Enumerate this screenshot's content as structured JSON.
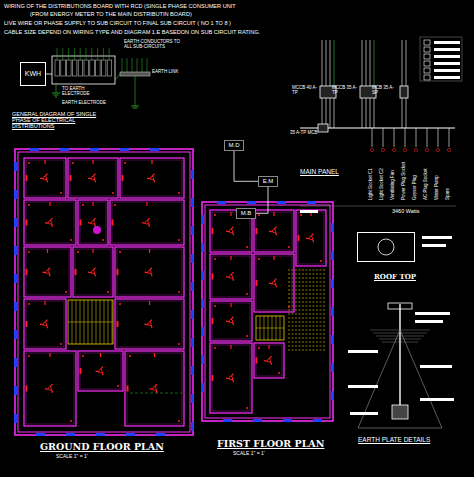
{
  "diagram": {
    "nodes": [
      {
        "text": [
          "GROUND FLOOR PLAN",
          "SCALE 1\" = 1'"
        ]
      },
      {
        "text": [
          "FIRST FLOOR PLAN",
          "SCALE 1\" = 1'"
        ]
      },
      {
        "text": [
          "KWH"
        ]
      },
      {
        "text": [
          "M.D"
        ]
      },
      {
        "text": [
          "E.M"
        ]
      },
      {
        "text": [
          "M.B"
        ]
      },
      {
        "text": [
          "ROOF TOP"
        ]
      }
    ],
    "edges": [
      {
        "from": 3,
        "to": 4,
        "arrow": "none"
      },
      {
        "from": 4,
        "to": 5,
        "arrow": "none"
      }
    ],
    "labels": [
      "WIRING OF THE DISTRIBUTIONS BOARD WITH RCD (SINGLE PHASE CONSUMER UNIT",
      "(FROM ENERGY METER TO THE MAIN DISTRIBUTIN BOARD)",
      "LIVE WIRE OR PHASE SUPPLY TO SUB CIRCUIT TO FINAL SUB CIRCUIT ( NO 1 TO 8 )",
      "CABLE SIZE DEPEND ON WIRING TYPE AND DIAGRAM 1.E BASEDON ON SUB CIRCUIT RATING.",
      "EARTH CONDUCTORS TO ALL SUB-CIRCUITS",
      "EARTH LINK",
      "TO EARTH ELECTRODE",
      "EARTH ELECTRODE",
      "GENERAL DIAGRAM OF SINGLE PHASE OF ELECTRICAL DISTRIBUTIONS",
      "MCCB 40 A-TP",
      "MCCB 35 A-TP",
      "MCB 35 A-SP",
      "35 A-TP MCB",
      "MAIN PANEL",
      "Light Socket C1",
      "Light Socket C2",
      "Ventilating Fan",
      "Power Plug Socket",
      "Geyser Plug",
      "AC Plug Socket",
      "Water Pump",
      "Spare",
      "3460 Watts",
      "EARTH PLATE DETAILS"
    ]
  }
}
